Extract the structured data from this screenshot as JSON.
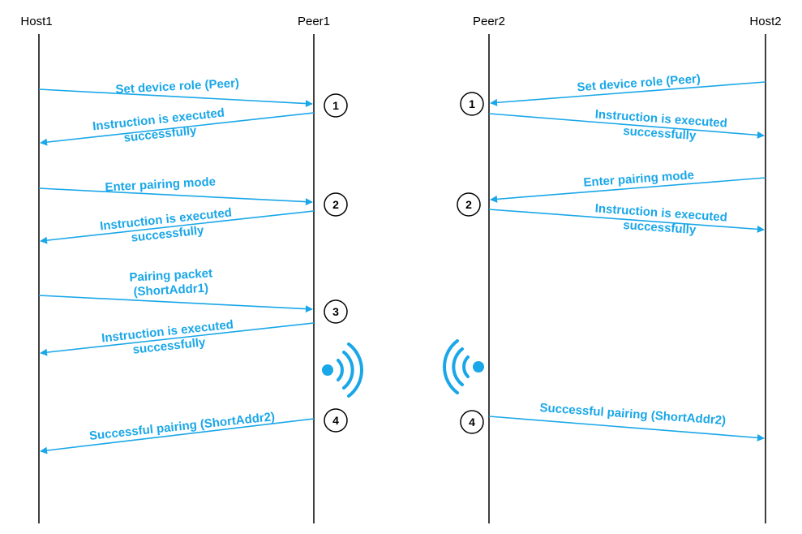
{
  "colors": {
    "accent": "#1aa7e8",
    "line": "#000000"
  },
  "actors": [
    {
      "id": "host1",
      "label": "Host1"
    },
    {
      "id": "peer1",
      "label": "Peer1"
    },
    {
      "id": "peer2",
      "label": "Peer2"
    },
    {
      "id": "host2",
      "label": "Host2"
    }
  ],
  "messages": [
    {
      "from": "host1",
      "to": "peer1",
      "lines": [
        "Set device role (Peer)"
      ]
    },
    {
      "from": "peer1",
      "to": "host1",
      "lines": [
        "Instruction is executed",
        "successfully"
      ]
    },
    {
      "from": "host1",
      "to": "peer1",
      "lines": [
        "Enter pairing mode"
      ]
    },
    {
      "from": "peer1",
      "to": "host1",
      "lines": [
        "Instruction is executed",
        "successfully"
      ]
    },
    {
      "from": "host1",
      "to": "peer1",
      "lines": [
        "Pairing packet",
        "(ShortAddr1)"
      ]
    },
    {
      "from": "peer1",
      "to": "host1",
      "lines": [
        "Instruction is executed",
        "successfully"
      ]
    },
    {
      "from": "peer1",
      "to": "host1",
      "lines": [
        "Successful pairing (ShortAddr2)"
      ]
    },
    {
      "from": "host2",
      "to": "peer2",
      "lines": [
        "Set device role (Peer)"
      ]
    },
    {
      "from": "peer2",
      "to": "host2",
      "lines": [
        "Instruction is executed",
        "successfully"
      ]
    },
    {
      "from": "host2",
      "to": "peer2",
      "lines": [
        "Enter pairing mode"
      ]
    },
    {
      "from": "peer2",
      "to": "host2",
      "lines": [
        "Instruction is executed",
        "successfully"
      ]
    },
    {
      "from": "peer2",
      "to": "host2",
      "lines": [
        "Successful pairing (ShortAddr2)"
      ]
    }
  ],
  "steps": [
    {
      "actor": "peer1",
      "label": "1"
    },
    {
      "actor": "peer1",
      "label": "2"
    },
    {
      "actor": "peer1",
      "label": "3"
    },
    {
      "actor": "peer1",
      "label": "4"
    },
    {
      "actor": "peer2",
      "label": "1"
    },
    {
      "actor": "peer2",
      "label": "2"
    },
    {
      "actor": "peer2",
      "label": "4"
    }
  ],
  "wireless": [
    {
      "actor": "peer1",
      "icon": "wireless-signal-icon",
      "direction": "right"
    },
    {
      "actor": "peer2",
      "icon": "wireless-signal-icon",
      "direction": "left"
    }
  ]
}
